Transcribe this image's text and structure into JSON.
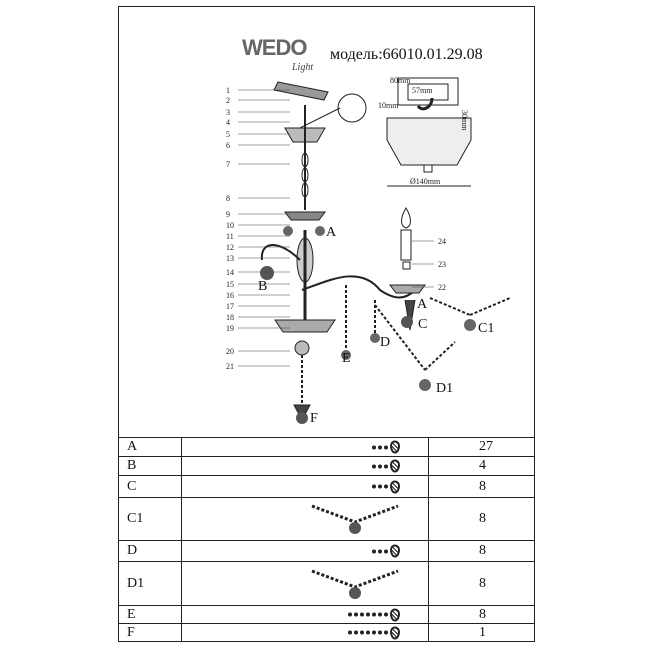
{
  "header": {
    "logo": "WEDO",
    "logo_sub": "Light",
    "model": "модель:66010.01.29.08"
  },
  "callouts": [
    "1",
    "2",
    "3",
    "4",
    "5",
    "6",
    "7",
    "8",
    "9",
    "10",
    "11",
    "12",
    "13",
    "14",
    "15",
    "16",
    "17",
    "18",
    "19",
    "20",
    "21"
  ],
  "right_callouts": [
    "24",
    "23",
    "22"
  ],
  "dimensions": {
    "top": "80mm",
    "inner": "57mm",
    "side": "10mm",
    "height": "30mm",
    "diameter": "Ø140mm"
  },
  "drawing_labels": {
    "A": "A",
    "B": "B",
    "C": "C",
    "C1": "C1",
    "D": "D",
    "D1": "D1",
    "E": "E",
    "F": "F",
    "A2": "A"
  },
  "parts_table": [
    {
      "code": "A",
      "qty": "27"
    },
    {
      "code": "B",
      "qty": "4"
    },
    {
      "code": "C",
      "qty": "8"
    },
    {
      "code": "C1",
      "qty": "8"
    },
    {
      "code": "D",
      "qty": "8"
    },
    {
      "code": "D1",
      "qty": "8"
    },
    {
      "code": "E",
      "qty": "8"
    },
    {
      "code": "F",
      "qty": "1"
    }
  ]
}
